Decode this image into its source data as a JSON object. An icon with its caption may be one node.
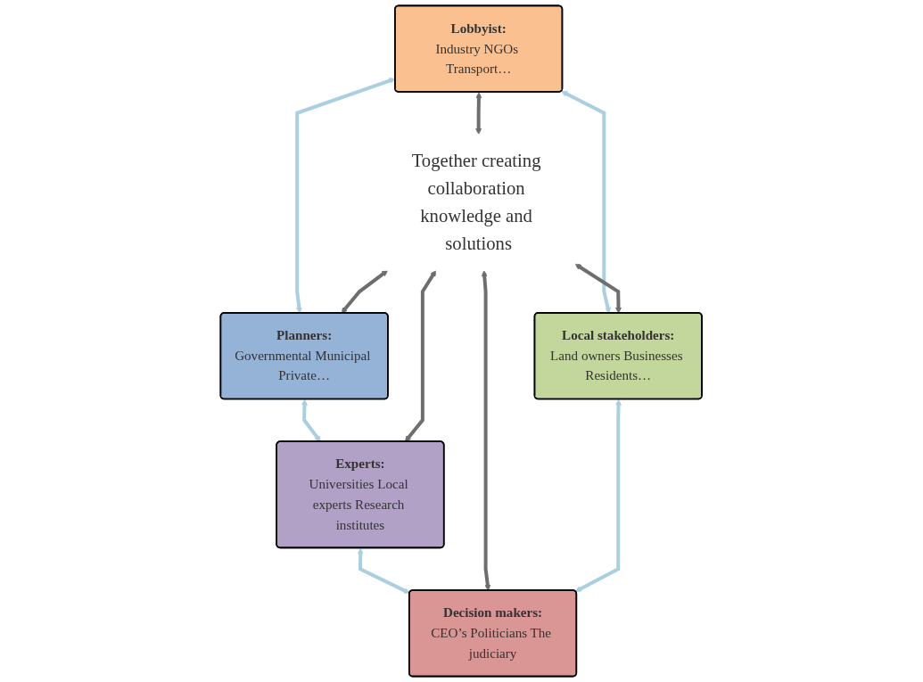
{
  "diagram": {
    "nodes": [
      {
        "text": [
          "Planners:",
          "Governmental Municipal Private…"
        ]
      },
      {
        "text": [
          "Lobbyist:",
          "Industry NGOs Transport…"
        ]
      },
      {
        "text": [
          "Experts:",
          "Universities Local experts Research institutes"
        ]
      },
      {
        "text": [
          "Together creating collaboration knowledge and solutions"
        ]
      },
      {
        "text": [
          "Local stakeholders:",
          "Land owners Businesses Residents…"
        ]
      },
      {
        "text": [
          "Decision makers:",
          "CEO’s Politicians The judiciary"
        ]
      }
    ],
    "edges": [
      {
        "from": 1,
        "to": 0,
        "arrow": "both",
        "color": "#a9cfe0"
      },
      {
        "from": 0,
        "to": 2,
        "arrow": "both",
        "color": "#a9cfe0"
      },
      {
        "from": 3,
        "to": 0,
        "arrow": "both",
        "color": "#6e6e6e"
      },
      {
        "from": 1,
        "to": 3,
        "arrow": "both",
        "color": "#6e6e6e"
      },
      {
        "from": 3,
        "to": 2,
        "arrow": "both",
        "color": "#6e6e6e"
      },
      {
        "from": 1,
        "to": 4,
        "arrow": "both",
        "color": "#a9cfe0"
      },
      {
        "from": 2,
        "to": 5,
        "arrow": "both",
        "color": "#a9cfe0"
      },
      {
        "from": 3,
        "to": 4,
        "arrow": "both",
        "color": "#6e6e6e"
      },
      {
        "from": 3,
        "to": 5,
        "arrow": "both",
        "color": "#6e6e6e"
      },
      {
        "from": 4,
        "to": 5,
        "arrow": "both",
        "color": "#a9cfe0"
      }
    ]
  }
}
